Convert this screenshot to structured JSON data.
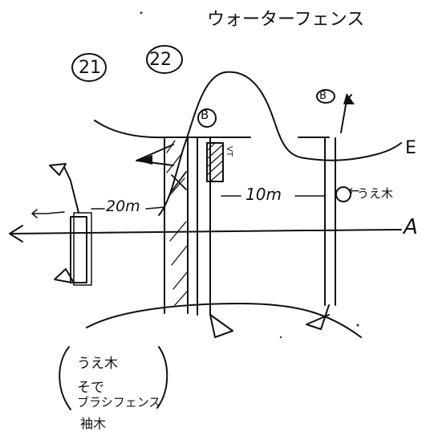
{
  "title": "ウォーターフェンス",
  "labels": {
    "num_21": "21",
    "num_22": "22",
    "circle_b": "B",
    "circle_b2": "B",
    "side_e": "E",
    "axis_a": "A",
    "dist_left": "20m",
    "dist_right": "10m",
    "plant_arrow": "←",
    "plant_label": "うえ木",
    "sign_text": "VT"
  },
  "note": {
    "line1": "うえ木",
    "line2": "そで",
    "line3": "ブラシフェンス",
    "line4": "袖木"
  }
}
